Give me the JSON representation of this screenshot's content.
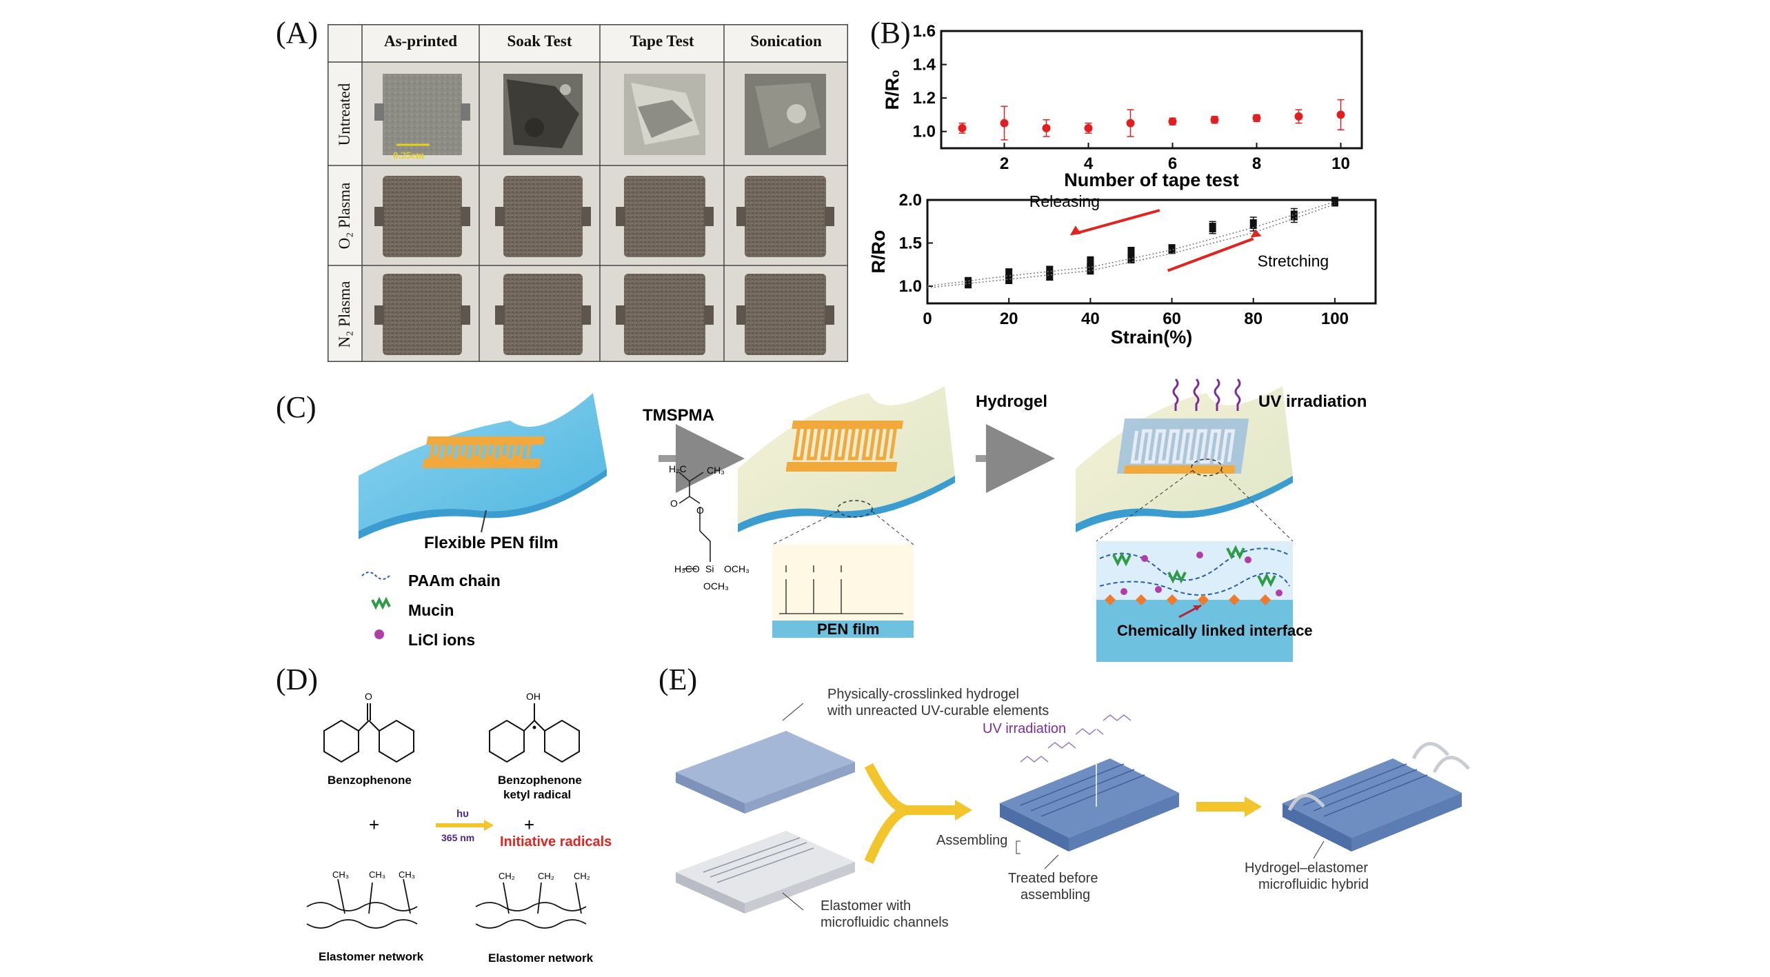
{
  "panels": {
    "A": "(A)",
    "B": "(B)",
    "C": "(C)",
    "D": "(D)",
    "E": "(E)"
  },
  "panelA": {
    "columns": [
      "As-printed",
      "Soak Test",
      "Tape Test",
      "Sonication"
    ],
    "rows": [
      "Untreated",
      "O₂ Plasma",
      "N₂ Plasma"
    ],
    "scale_bar": "0.25cm"
  },
  "chart_data": [
    {
      "type": "scatter",
      "title": "",
      "xlabel": "Number of tape test",
      "ylabel": "R/R₀",
      "xlim": [
        0.5,
        10.5
      ],
      "ylim": [
        0.9,
        1.6
      ],
      "xticks": [
        2,
        4,
        6,
        8,
        10
      ],
      "yticks": [
        1.0,
        1.2,
        1.4,
        1.6
      ],
      "series": [
        {
          "color": "#e02020",
          "points": [
            {
              "x": 1,
              "y": 1.02,
              "err": 0.03
            },
            {
              "x": 2,
              "y": 1.05,
              "err": 0.1
            },
            {
              "x": 3,
              "y": 1.02,
              "err": 0.05
            },
            {
              "x": 4,
              "y": 1.02,
              "err": 0.03
            },
            {
              "x": 5,
              "y": 1.05,
              "err": 0.08
            },
            {
              "x": 6,
              "y": 1.06,
              "err": 0.02
            },
            {
              "x": 7,
              "y": 1.07,
              "err": 0.02
            },
            {
              "x": 8,
              "y": 1.08,
              "err": 0.02
            },
            {
              "x": 9,
              "y": 1.09,
              "err": 0.04
            },
            {
              "x": 10,
              "y": 1.1,
              "err": 0.09
            }
          ]
        }
      ]
    },
    {
      "type": "scatter",
      "title": "",
      "xlabel": "Strain(%)",
      "ylabel": "R/Ro",
      "xlim": [
        0,
        110
      ],
      "ylim": [
        0.8,
        2.0
      ],
      "xticks": [
        0,
        20,
        40,
        60,
        80,
        100
      ],
      "yticks": [
        1.0,
        1.5,
        2.0
      ],
      "annotations": [
        "Releasing",
        "Stretching"
      ],
      "series": [
        {
          "color": "#111111",
          "points": [
            {
              "x": 10,
              "y": 1.04,
              "err": 0.06
            },
            {
              "x": 20,
              "y": 1.08,
              "err": 0.05
            },
            {
              "x": 20,
              "y": 1.15,
              "err": 0.05
            },
            {
              "x": 30,
              "y": 1.12,
              "err": 0.05
            },
            {
              "x": 30,
              "y": 1.18,
              "err": 0.05
            },
            {
              "x": 40,
              "y": 1.2,
              "err": 0.06
            },
            {
              "x": 40,
              "y": 1.28,
              "err": 0.06
            },
            {
              "x": 50,
              "y": 1.32,
              "err": 0.05
            },
            {
              "x": 50,
              "y": 1.4,
              "err": 0.05
            },
            {
              "x": 60,
              "y": 1.43,
              "err": 0.05
            },
            {
              "x": 70,
              "y": 1.68,
              "err": 0.07
            },
            {
              "x": 80,
              "y": 1.72,
              "err": 0.08
            },
            {
              "x": 90,
              "y": 1.82,
              "err": 0.08
            },
            {
              "x": 100,
              "y": 1.98,
              "err": 0.03
            }
          ]
        }
      ]
    }
  ],
  "panelC": {
    "step1_label": "TMSPMA",
    "step2_label": "Hydrogel",
    "film_label": "Flexible PEN film",
    "uv_label": "UV irradiation",
    "pen_label": "PEN film",
    "interface_label": "Chemically  linked interface",
    "legend": [
      "PAAm chain",
      "Mucin",
      "LiCl ions"
    ],
    "chem": {
      "ch2": "H₂C",
      "ch3": "CH₃",
      "o": "O",
      "si": "Si",
      "och3": "OCH₃",
      "h3co": "H₃CO"
    }
  },
  "panelD": {
    "benzophenone": "Benzophenone",
    "ketyl_line1": "Benzophenone",
    "ketyl_line2": "ketyl radical",
    "oh": "OH",
    "o": "O",
    "plus": "+",
    "hv": "hυ",
    "wavelength": "365 nm",
    "initiative": "Initiative radicals",
    "network": "Elastomer network",
    "ch3": "CH₃",
    "ch2": "CH₂"
  },
  "panelE": {
    "hydrogel_line1": "Physically-crosslinked hydrogel",
    "hydrogel_line2": "with unreacted UV-curable elements",
    "uv": "UV irradiation",
    "assembling": "Assembling",
    "treated_line1": "Treated before",
    "treated_line2": "assembling",
    "elastomer_line1": "Elastomer with",
    "elastomer_line2": "microfluidic channels",
    "hybrid_line1": "Hydrogel–elastomer",
    "hybrid_line2": "microfluidic hybrid"
  }
}
